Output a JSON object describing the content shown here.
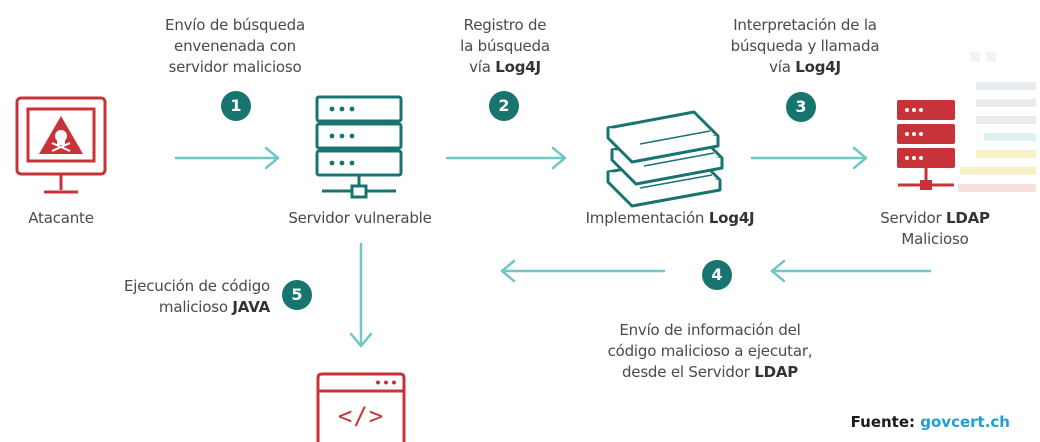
{
  "steps": [
    {
      "number": "1",
      "text_lines": [
        "Envío de búsqueda",
        "envenenada con",
        "servidor malicioso"
      ]
    },
    {
      "number": "2",
      "text_line1": "Registro de",
      "text_line2": "la búsqueda",
      "text_line3_prefix": "vía ",
      "text_line3_bold": "Log4J"
    },
    {
      "number": "3",
      "text_line1": "Interpretación de la",
      "text_line2": "búsqueda y llamada",
      "text_line3_prefix": "vía ",
      "text_line3_bold": "Log4J"
    },
    {
      "number": "4",
      "text_line1": "Envío de información del",
      "text_line2": "código malicioso a ejecutar,",
      "text_line3_prefix": "desde el Servidor ",
      "text_line3_bold": "LDAP"
    },
    {
      "number": "5",
      "text_line1": "Ejecución de código",
      "text_line2_prefix": "malicioso ",
      "text_line2_bold": "JAVA"
    }
  ],
  "nodes": {
    "attacker": {
      "label": "Atacante"
    },
    "vulnerable_server": {
      "label": "Servidor vulnerable"
    },
    "log4j": {
      "label_prefix": "Implementación ",
      "label_bold": "Log4J"
    },
    "ldap": {
      "label_line1_prefix": "Servidor ",
      "label_line1_bold": "LDAP",
      "label_line2": "Malicioso"
    },
    "code": {
      "glyph": "</>"
    }
  },
  "source": {
    "label": "Fuente:",
    "link": "govcert.ch"
  },
  "colors": {
    "red": "#c8333a",
    "teal": "#18746f",
    "arrow": "#6fc7c6",
    "link": "#1e9fd8"
  }
}
